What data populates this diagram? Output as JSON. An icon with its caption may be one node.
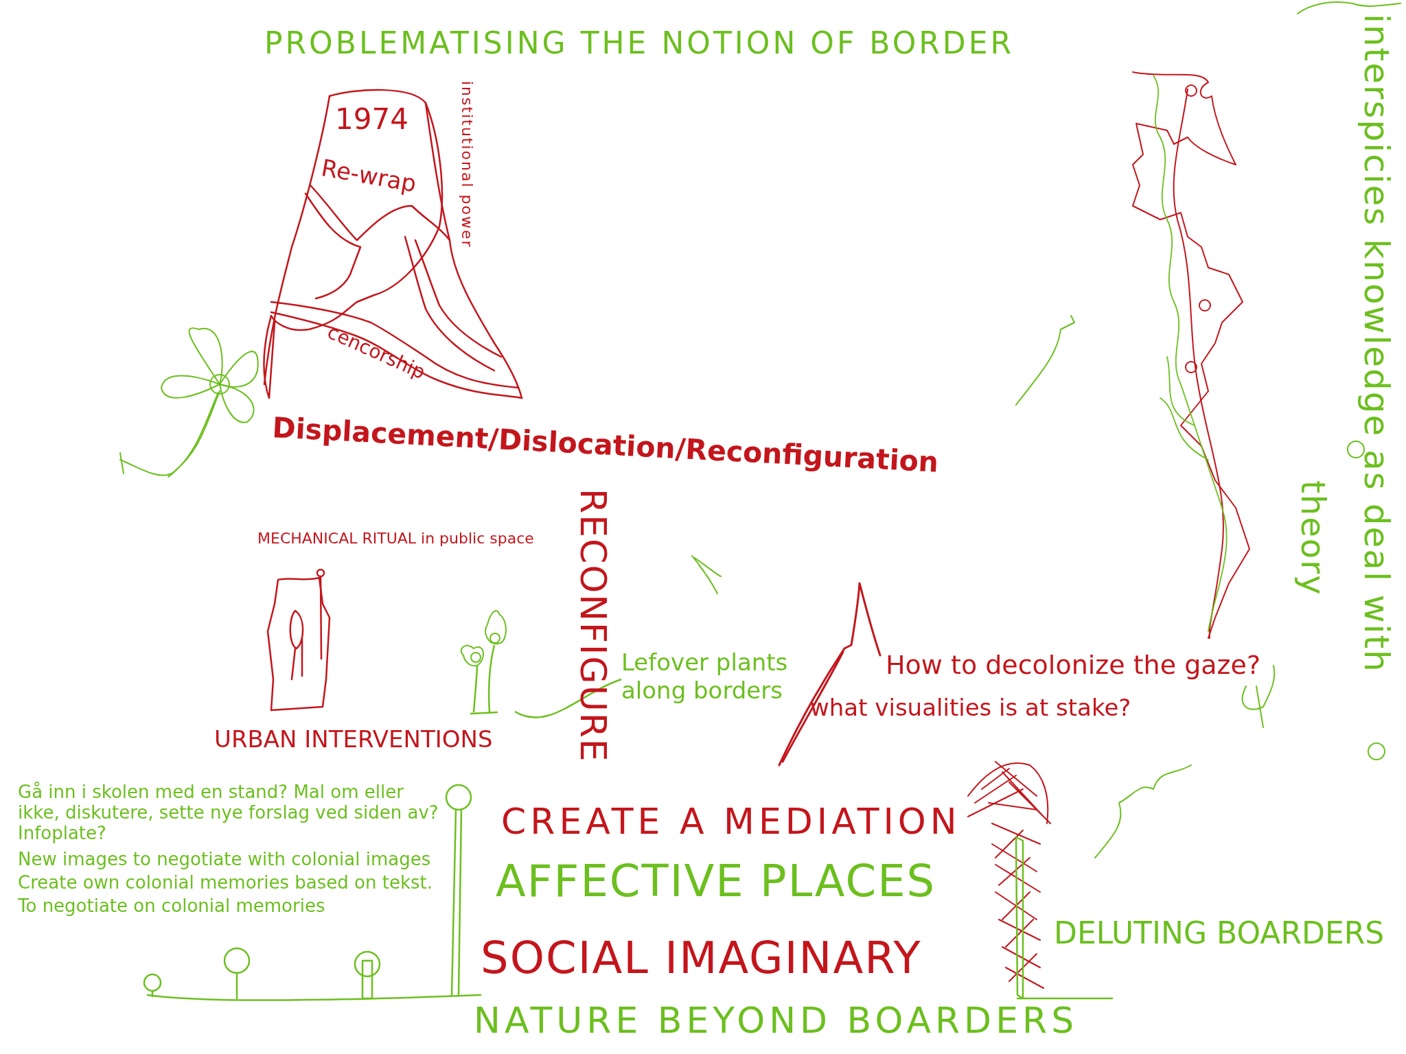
{
  "diagram": {
    "title": "PROBLEMATISING THE NOTION OF BORDER",
    "nodes": [
      {
        "text": [
          "Lefover plants along borders"
        ]
      },
      {
        "text": [],
        "shape": "picture"
      }
    ],
    "edges": [
      {
        "from": 0,
        "to": 1,
        "arrow": "none"
      }
    ],
    "labels": [
      "institutional power",
      "1974",
      "Re-wrap",
      "cencorship",
      "Displacement/Dislocation/Reconfiguration",
      "MECHANICAL RITUAL in public space",
      "URBAN INTERVENTIONS",
      "RECONFIGURE",
      "How to decolonize the gaze?",
      "what visualities is at stake?",
      "interspicies knowledge as deal with",
      "theory",
      "Gå inn i skolen med en stand? Mal om eller ikke, diskutere, sette nye forslag ved siden av? Infoplate?",
      "New images to negotiate with colonial images",
      "Create own colonial memories based on tekst.",
      "To negotiate on colonial memories",
      "CREATE A MEDIATION",
      "AFFECTIVE PLACES",
      "SOCIAL IMAGINARY",
      "NATURE BEYOND BOARDERS",
      "DELUTING BOARDERS"
    ]
  }
}
